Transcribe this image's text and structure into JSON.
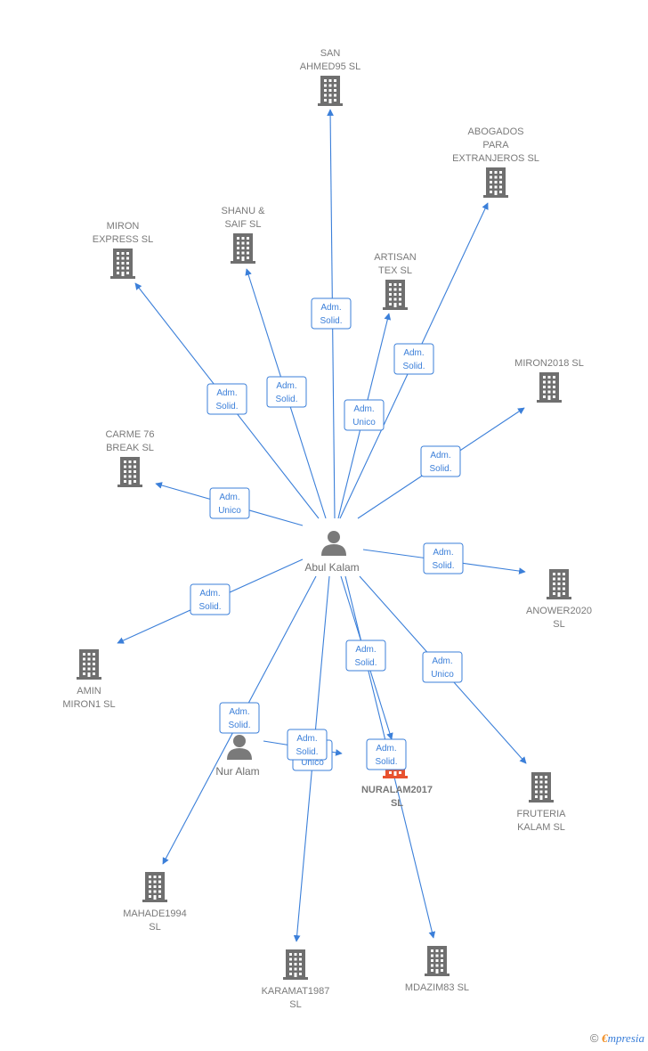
{
  "colors": {
    "edge": "#3b7fd9",
    "building": "#6f6f6f",
    "focus_building": "#e8522f",
    "person": "#7a7a7a"
  },
  "persons": [
    {
      "id": "abul",
      "label": "Abul Kalam",
      "icon": "person-icon"
    },
    {
      "id": "nur",
      "label": "Nur Alam",
      "icon": "person-icon"
    }
  ],
  "companies": [
    {
      "id": "san",
      "lines": [
        "SAN",
        "AHMED95  SL"
      ],
      "icon": "building-icon"
    },
    {
      "id": "abogados",
      "lines": [
        "ABOGADOS",
        "PARA",
        "EXTRANJEROS SL"
      ],
      "icon": "building-icon"
    },
    {
      "id": "shanu",
      "lines": [
        "SHANU &",
        "SAIF  SL"
      ],
      "icon": "building-icon"
    },
    {
      "id": "miron_express",
      "lines": [
        "MIRON",
        "EXPRESS  SL"
      ],
      "icon": "building-icon"
    },
    {
      "id": "artisan",
      "lines": [
        "ARTISAN",
        "TEX  SL"
      ],
      "icon": "building-icon"
    },
    {
      "id": "miron2018",
      "lines": [
        "MIRON2018  SL"
      ],
      "icon": "building-icon"
    },
    {
      "id": "carme",
      "lines": [
        "CARME 76",
        "BREAK  SL"
      ],
      "icon": "building-icon"
    },
    {
      "id": "anower",
      "lines": [
        "ANOWER2020",
        "SL"
      ],
      "icon": "building-icon"
    },
    {
      "id": "amin",
      "lines": [
        "AMIN",
        "MIRON1  SL"
      ],
      "icon": "building-icon"
    },
    {
      "id": "nuralam",
      "lines": [
        "NURALAM2017",
        "SL"
      ],
      "icon": "building-icon",
      "focus": true
    },
    {
      "id": "fruteria",
      "lines": [
        "FRUTERIA",
        "KALAM  SL"
      ],
      "icon": "building-icon"
    },
    {
      "id": "mahade",
      "lines": [
        "MAHADE1994",
        "SL"
      ],
      "icon": "building-icon"
    },
    {
      "id": "karamat",
      "lines": [
        "KARAMAT1987",
        "SL"
      ],
      "icon": "building-icon"
    },
    {
      "id": "mdazim",
      "lines": [
        "MDAZIM83  SL"
      ],
      "icon": "building-icon"
    }
  ],
  "edges": [
    {
      "from": "abul",
      "to": "san",
      "label": [
        "Adm.",
        "Solid."
      ]
    },
    {
      "from": "abul",
      "to": "abogados",
      "label": [
        "Adm.",
        "Solid."
      ]
    },
    {
      "from": "abul",
      "to": "shanu",
      "label": [
        "Adm.",
        "Solid."
      ]
    },
    {
      "from": "abul",
      "to": "miron_express",
      "label": [
        "Adm.",
        "Solid."
      ]
    },
    {
      "from": "abul",
      "to": "artisan",
      "label": [
        "Adm.",
        "Unico"
      ]
    },
    {
      "from": "abul",
      "to": "miron2018",
      "label": [
        "Adm.",
        "Solid."
      ]
    },
    {
      "from": "abul",
      "to": "carme",
      "label": [
        "Adm.",
        "Unico"
      ]
    },
    {
      "from": "abul",
      "to": "anower",
      "label": [
        "Adm.",
        "Solid."
      ]
    },
    {
      "from": "abul",
      "to": "amin",
      "label": [
        "Adm.",
        "Solid."
      ]
    },
    {
      "from": "abul",
      "to": "fruteria",
      "label": [
        "Adm.",
        "Unico"
      ]
    },
    {
      "from": "abul",
      "to": "nuralam",
      "label": [
        "Adm.",
        "Solid."
      ]
    },
    {
      "from": "abul",
      "to": "mahade",
      "label": [
        "Adm.",
        "Solid."
      ]
    },
    {
      "from": "abul",
      "to": "karamat",
      "label": [
        "Adm.",
        "Unico"
      ]
    },
    {
      "from": "abul",
      "to": "mdazim",
      "label": [
        "Adm.",
        "Solid."
      ]
    },
    {
      "from": "nur",
      "to": "nuralam",
      "label": [
        "Adm.",
        "Solid."
      ]
    }
  ],
  "footer": {
    "copyright": "©",
    "brand_first": "€",
    "brand_rest": "mpresia"
  }
}
